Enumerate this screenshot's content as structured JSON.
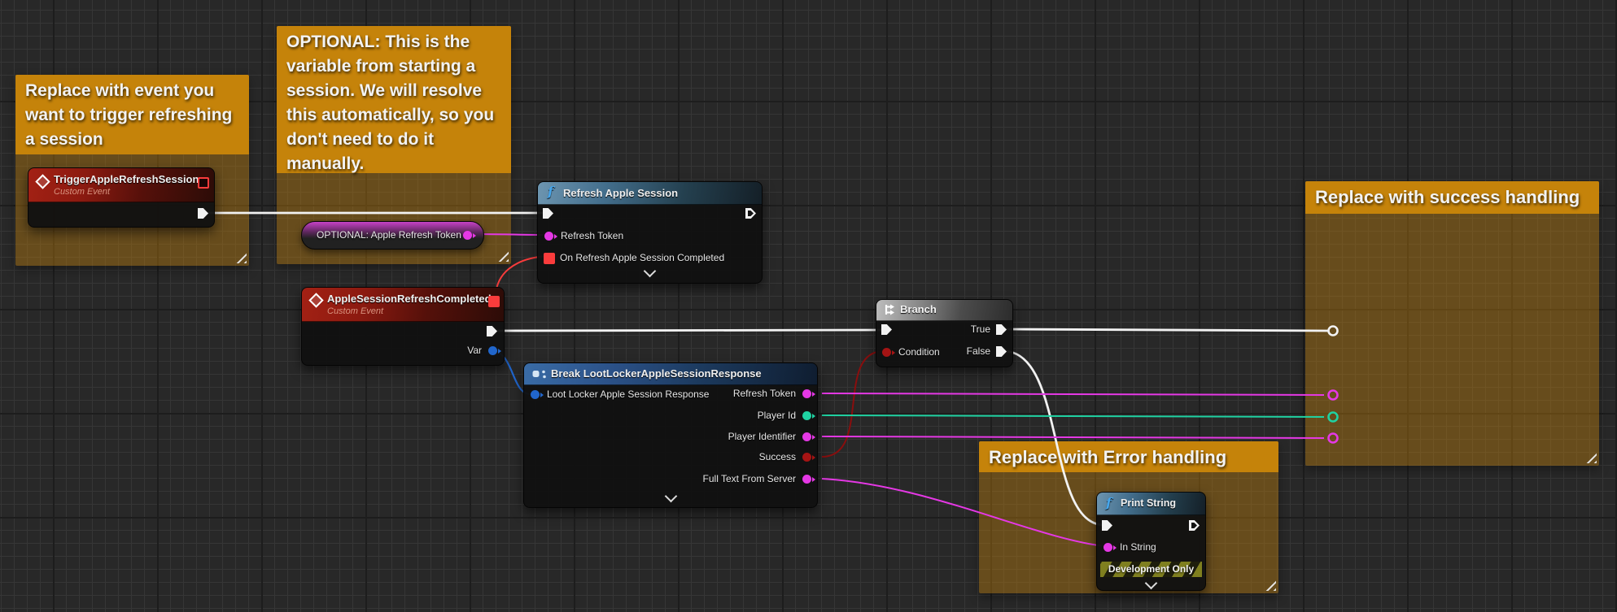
{
  "palette": {
    "exec": "#f2f2f2",
    "string": "#e538e5",
    "bool": "#a51414",
    "bool_wire": "#8a0e0e",
    "struct": "#2166cc",
    "player_id": "#1fd2a2",
    "delegate": "#fa3c3c",
    "comment_header": "#c5830a"
  },
  "comments": {
    "trigger": {
      "title": "Replace with event you want to trigger refreshing a session"
    },
    "optional": {
      "title": "OPTIONAL: This is the variable from starting a session. We will resolve this automatically, so you don't need to do it manually."
    },
    "success": {
      "title": "Replace with success handling"
    },
    "error": {
      "title": "Replace with Error handling"
    }
  },
  "nodes": {
    "trigger_event": {
      "title": "TriggerAppleRefreshSession",
      "subtitle": "Custom Event"
    },
    "refresh_token_var": {
      "label": "OPTIONAL: Apple Refresh Token"
    },
    "refresh_session": {
      "title": "Refresh Apple Session",
      "pins": {
        "refresh_token": "Refresh Token",
        "on_completed": "On Refresh Apple Session Completed"
      }
    },
    "session_completed_event": {
      "title": "AppleSessionRefreshCompleted",
      "subtitle": "Custom Event",
      "pins": {
        "var": "Var"
      }
    },
    "break_response": {
      "title": "Break LootLockerAppleSessionResponse",
      "input_pin": "Loot Locker Apple Session Response",
      "outputs": [
        "Refresh Token",
        "Player Id",
        "Player Identifier",
        "Success",
        "Full Text From Server"
      ]
    },
    "branch": {
      "title": "Branch",
      "pins": {
        "condition": "Condition",
        "true_label": "True",
        "false_label": "False"
      }
    },
    "print_string": {
      "title": "Print String",
      "pins": {
        "in_string": "In String"
      },
      "banner": "Development Only"
    }
  }
}
